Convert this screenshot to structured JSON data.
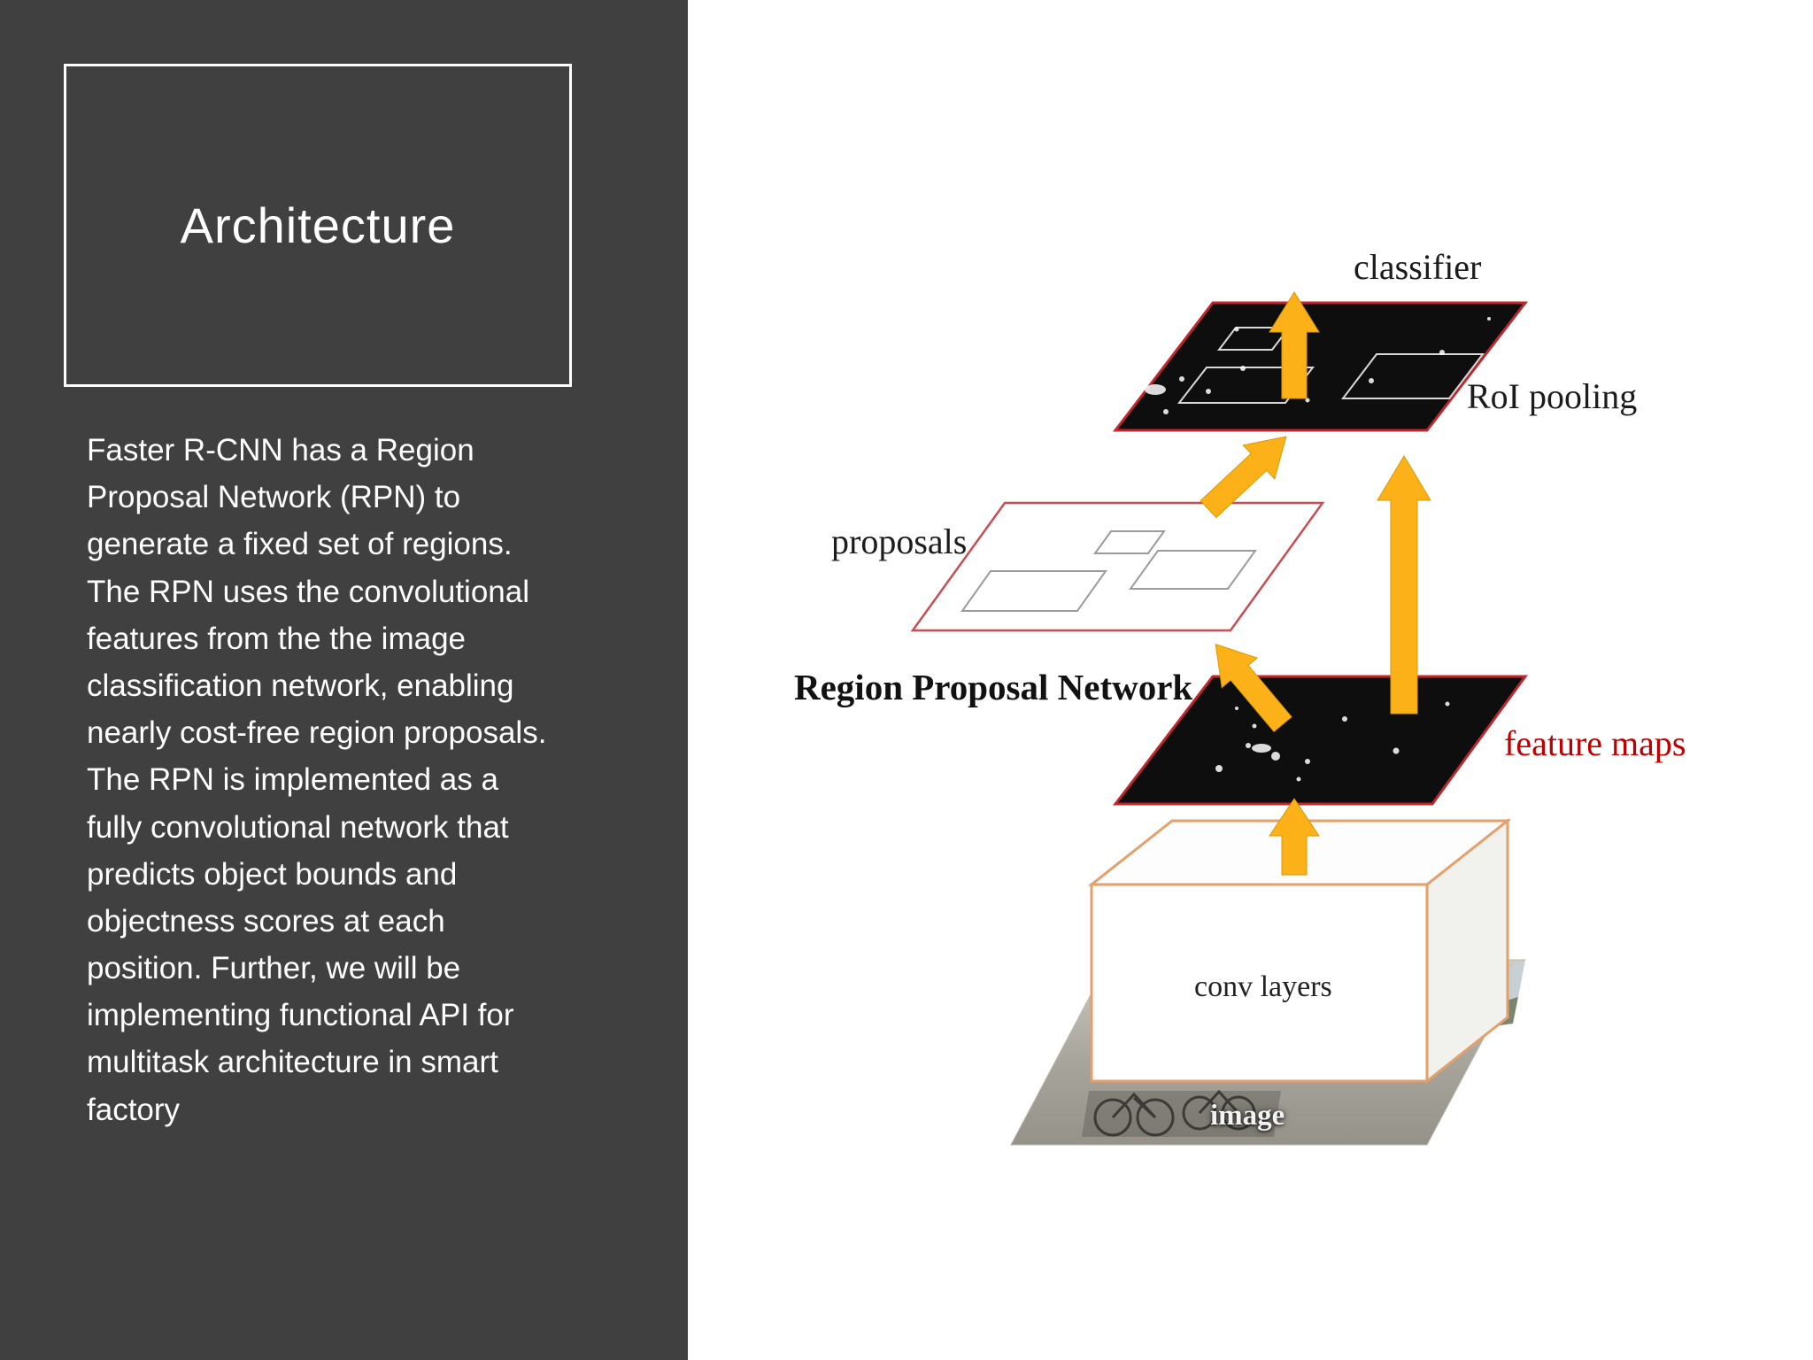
{
  "slide": {
    "title": "Architecture",
    "body": "Faster R-CNN has a Region Proposal Network (RPN) to generate a fixed set of regions. The RPN uses the convolutional features from the the image classification network, enabling nearly cost-free region proposals. The RPN is implemented as a fully convolutional network that predicts object bounds and objectness scores at each position. Further, we will be implementing functional API for multitask architecture in smart factory"
  },
  "diagram": {
    "labels": {
      "classifier": "classifier",
      "roi_pooling": "RoI pooling",
      "proposals": "proposals",
      "region_proposal_network": "Region Proposal Network",
      "feature_maps": "feature maps",
      "conv_layers": "conv layers",
      "image": "image"
    },
    "colors": {
      "arrow": "#FBB117",
      "plane_border": "#C0272D",
      "proposals_border": "#C94E52",
      "feature_maps_label": "#C00000",
      "conv_border": "#E3A06A",
      "sidebar_background": "#404040"
    }
  }
}
